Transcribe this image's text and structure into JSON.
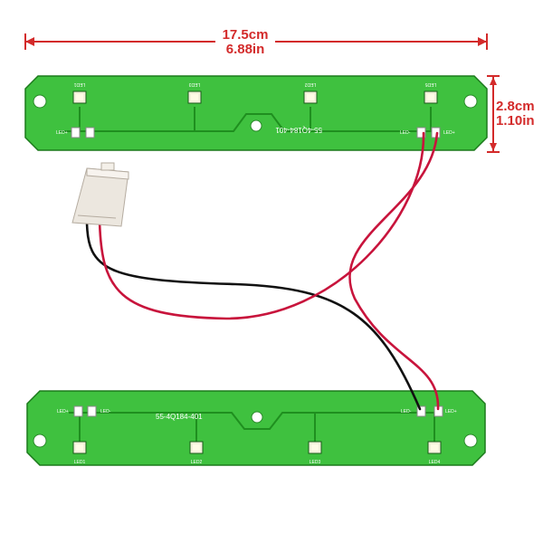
{
  "dimensions": {
    "width_cm": "17.5cm",
    "width_in": "6.88in",
    "height_cm": "2.8cm",
    "height_in": "1.10in"
  },
  "colors": {
    "pcb_green": "#3fc13f",
    "pcb_edge": "#1c7a1c",
    "dimension_red": "#d32a2a",
    "wire_red": "#c8143c",
    "wire_black": "#111111",
    "connector": "#ece7df"
  },
  "top_board": {
    "part_number": "55-4Q184-401",
    "led_labels": [
      "LED1",
      "LED3",
      "LED2",
      "LED5"
    ],
    "pad_labels": {
      "left": "LED+",
      "right_minus": "LED-",
      "right_plus": "LED+"
    }
  },
  "bottom_board": {
    "part_number": "55-4Q184-401",
    "led_labels": [
      "LED1",
      "LED2",
      "LED3",
      "LED4"
    ],
    "pad_labels": {
      "left": "LED+",
      "left_minus": "LED-",
      "right_minus": "LED-",
      "right_plus": "LED+"
    }
  },
  "connector": {
    "name": "wire-connector"
  },
  "icons": [
    "arrow-left-icon",
    "arrow-right-icon",
    "led-chip-icon",
    "mounting-hole-icon"
  ]
}
